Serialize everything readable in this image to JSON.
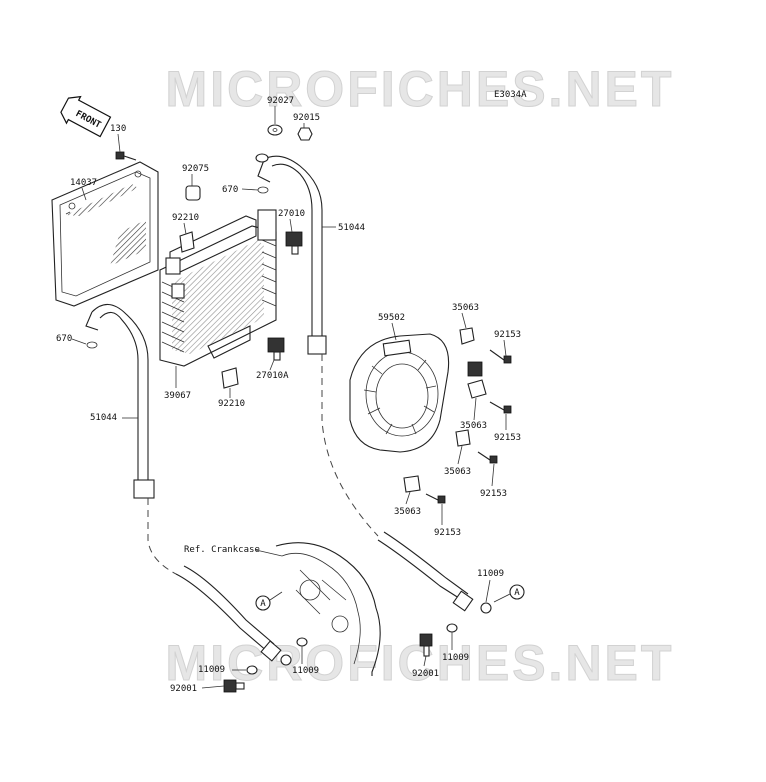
{
  "diagram_code": "E3034A",
  "watermarks": [
    "MICROFICHES.NET",
    "MICROFICHES.NET"
  ],
  "front_tag": "FRONT",
  "reference_text": "Ref. Crankcase",
  "circle_marks": [
    "A",
    "A"
  ],
  "callouts": [
    "130",
    "14037",
    "92075",
    "92210",
    "92027",
    "92015",
    "670",
    "27010",
    "51044",
    "670",
    "51044",
    "39067",
    "92210",
    "27010A",
    "59502",
    "35063",
    "92153",
    "35063",
    "92153",
    "35063",
    "92153",
    "35063",
    "92153",
    "11009",
    "11009",
    "11009",
    "92001",
    "92001",
    "11009"
  ],
  "colors": {
    "line": "#222222",
    "watermark": "#e0e0e0",
    "background": "#ffffff"
  }
}
